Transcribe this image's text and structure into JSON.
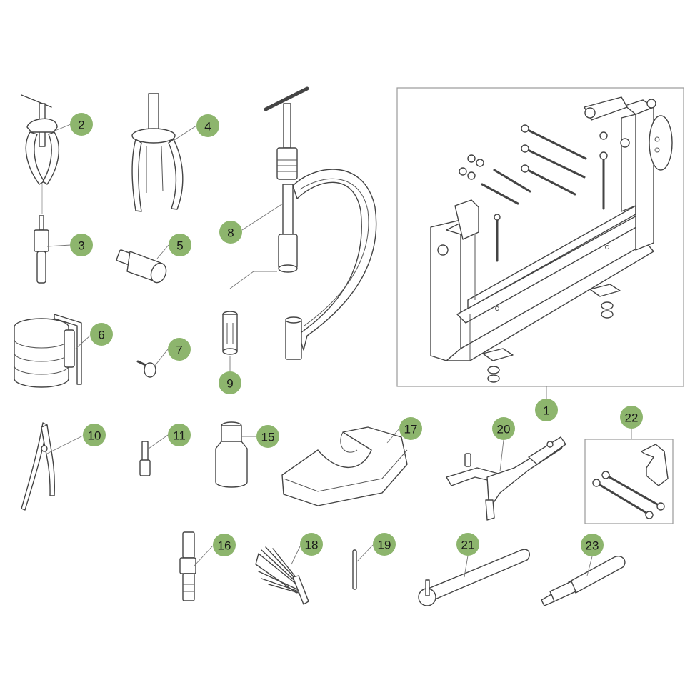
{
  "callout_color": "#8db56d",
  "line_color": "#444444",
  "callouts": [
    {
      "id": "c1",
      "label": "1"
    },
    {
      "id": "c2",
      "label": "2"
    },
    {
      "id": "c3",
      "label": "3"
    },
    {
      "id": "c4",
      "label": "4"
    },
    {
      "id": "c5",
      "label": "5"
    },
    {
      "id": "c6",
      "label": "6"
    },
    {
      "id": "c7",
      "label": "7"
    },
    {
      "id": "c8",
      "label": "8"
    },
    {
      "id": "c9",
      "label": "9"
    },
    {
      "id": "c10",
      "label": "10"
    },
    {
      "id": "c11",
      "label": "11"
    },
    {
      "id": "c15",
      "label": "15"
    },
    {
      "id": "c16",
      "label": "16"
    },
    {
      "id": "c17",
      "label": "17"
    },
    {
      "id": "c18",
      "label": "18"
    },
    {
      "id": "c19",
      "label": "19"
    },
    {
      "id": "c20",
      "label": "20"
    },
    {
      "id": "c21",
      "label": "21"
    },
    {
      "id": "c22",
      "label": "22"
    },
    {
      "id": "c23",
      "label": "23"
    }
  ]
}
